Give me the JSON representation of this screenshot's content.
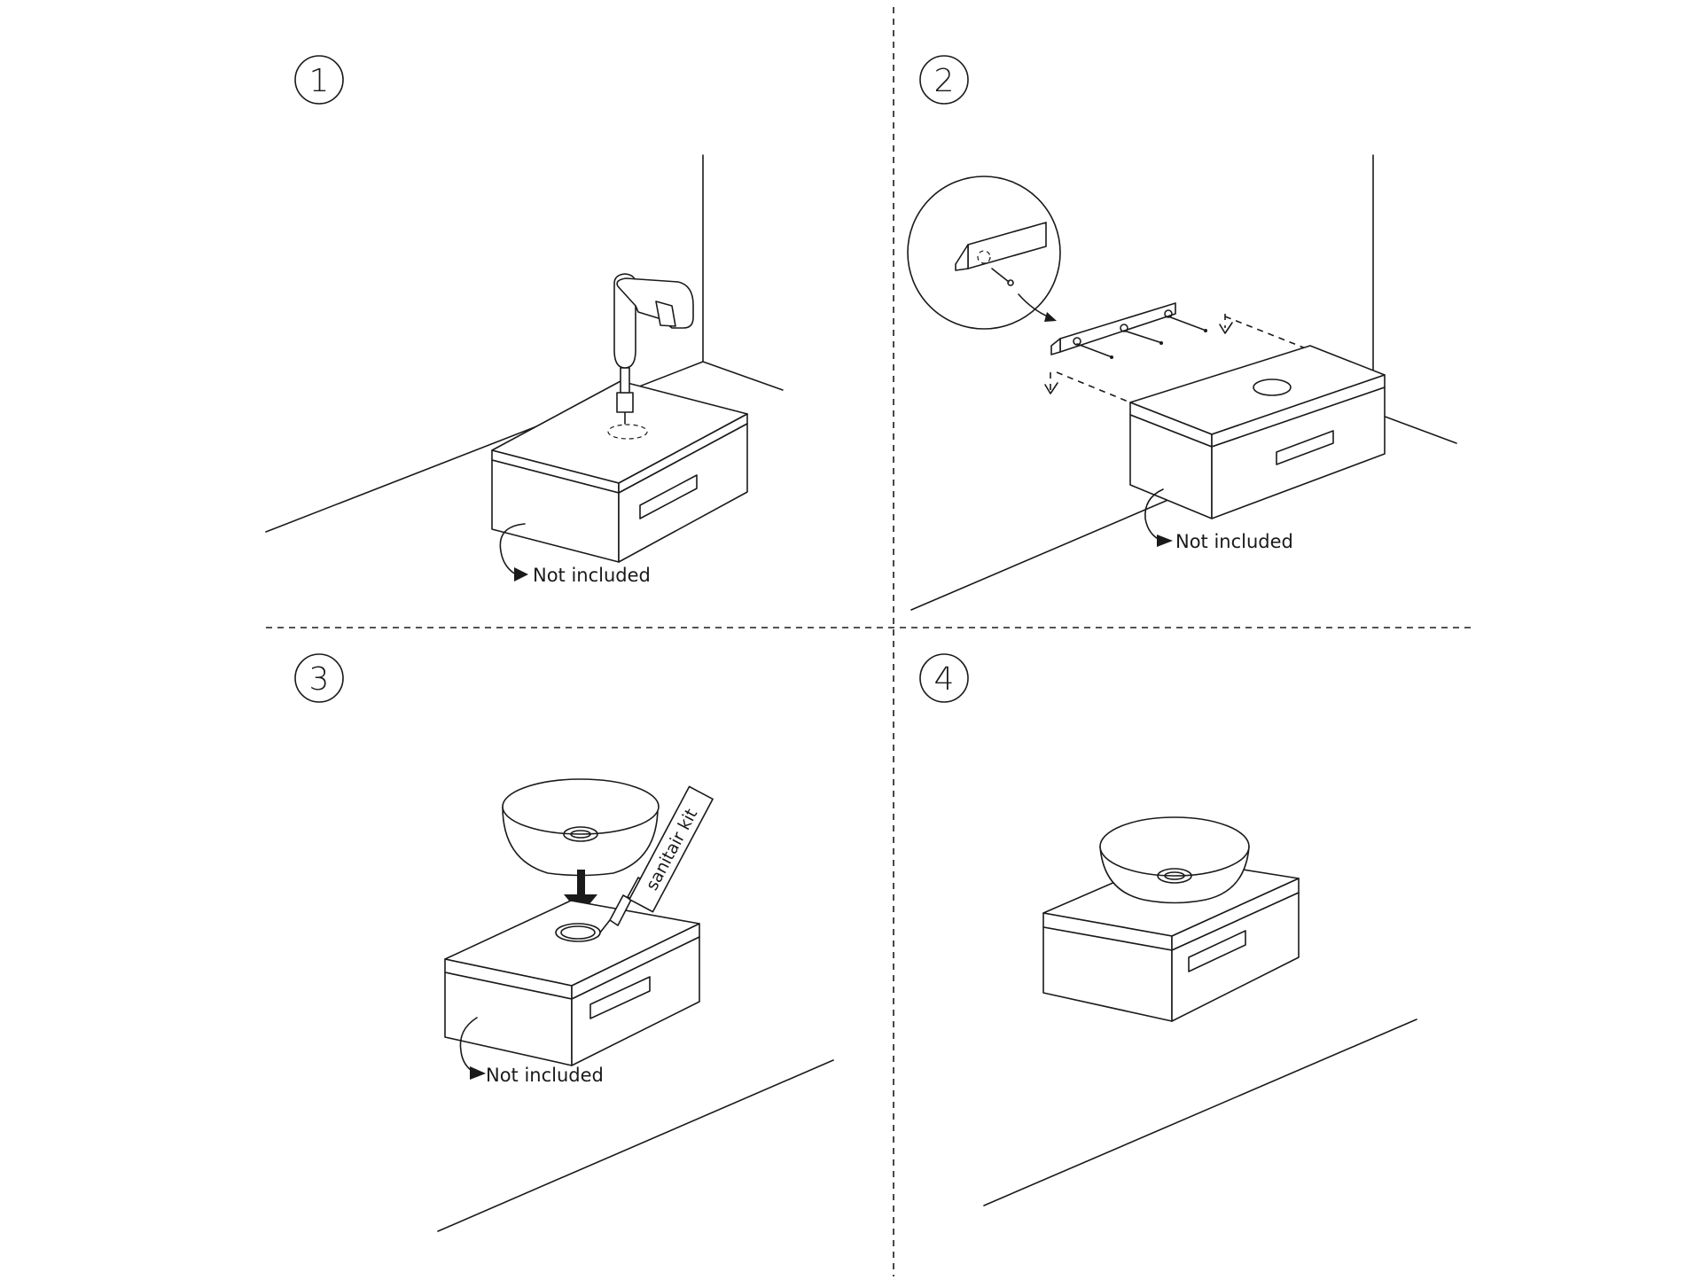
{
  "steps": [
    {
      "number": "1",
      "note": "Not included"
    },
    {
      "number": "2",
      "note": "Not included"
    },
    {
      "number": "3",
      "note": "Not included",
      "tube_label": "sanitair kit"
    },
    {
      "number": "4"
    }
  ]
}
